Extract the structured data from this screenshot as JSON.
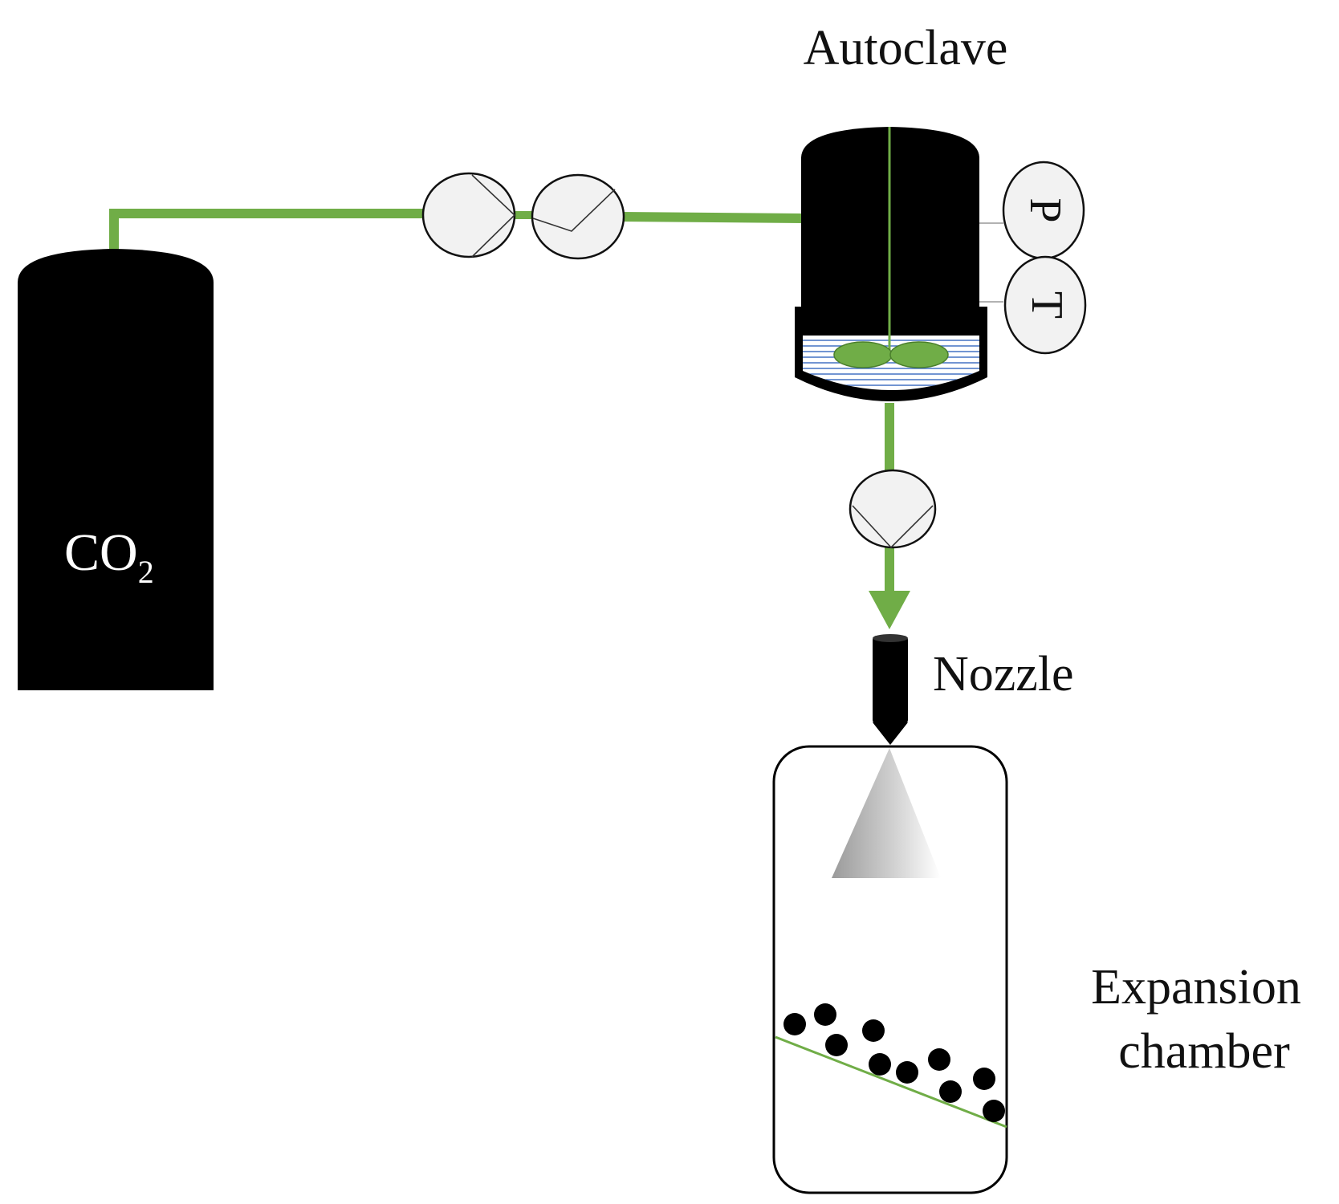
{
  "labels": {
    "autoclave": "Autoclave",
    "co2_main": "CO",
    "co2_sub": "2",
    "nozzle": "Nozzle",
    "expansion_line1": "Expansion",
    "expansion_line2": "chamber",
    "pressure": "P",
    "temperature": "T"
  },
  "colors": {
    "pipe": "#70ad47",
    "vessel": "#000000",
    "valve_fill": "#f2f2f2",
    "liquid_stripe": "#4472c4",
    "stirrer": "#70ad47",
    "spray": "#bfbfbf",
    "particles": "#000000"
  },
  "icons": {
    "cylinder": "gas-cylinder-icon",
    "valve": "valve-icon",
    "gauge": "gauge-icon",
    "nozzle": "nozzle-icon",
    "spray": "spray-cone-icon"
  }
}
